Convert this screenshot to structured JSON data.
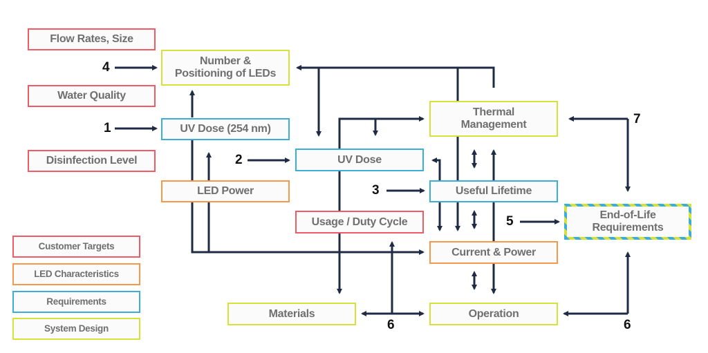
{
  "colors": {
    "customer_targets": "#ef5a66",
    "led_characteristics": "#f7974c",
    "requirements": "#3aaed8",
    "system_design": "#d6e23a",
    "arrow": "#1f2b45",
    "text": "#6f6f6f"
  },
  "boxes": {
    "flow_rates": "Flow Rates, Size",
    "water_quality": "Water Quality",
    "disinfection_level": "Disinfection Level",
    "number_positioning": "Number & Positioning of LEDs",
    "uv_dose_254": "UV Dose (254 nm)",
    "led_power": "LED Power",
    "uv_dose": "UV Dose",
    "usage_duty": "Usage / Duty Cycle",
    "thermal": "Thermal Management",
    "useful_lifetime": "Useful Lifetime",
    "current_power": "Current & Power",
    "materials": "Materials",
    "operation": "Operation",
    "end_of_life": "End-of-Life Requirements"
  },
  "step_numbers": {
    "n1": "1",
    "n2": "2",
    "n3": "3",
    "n4": "4",
    "n5": "5",
    "n6a": "6",
    "n6b": "6",
    "n7": "7"
  },
  "legend": {
    "customer_targets": "Customer Targets",
    "led_characteristics": "LED Characteristics",
    "requirements": "Requirements",
    "system_design": "System Design"
  }
}
